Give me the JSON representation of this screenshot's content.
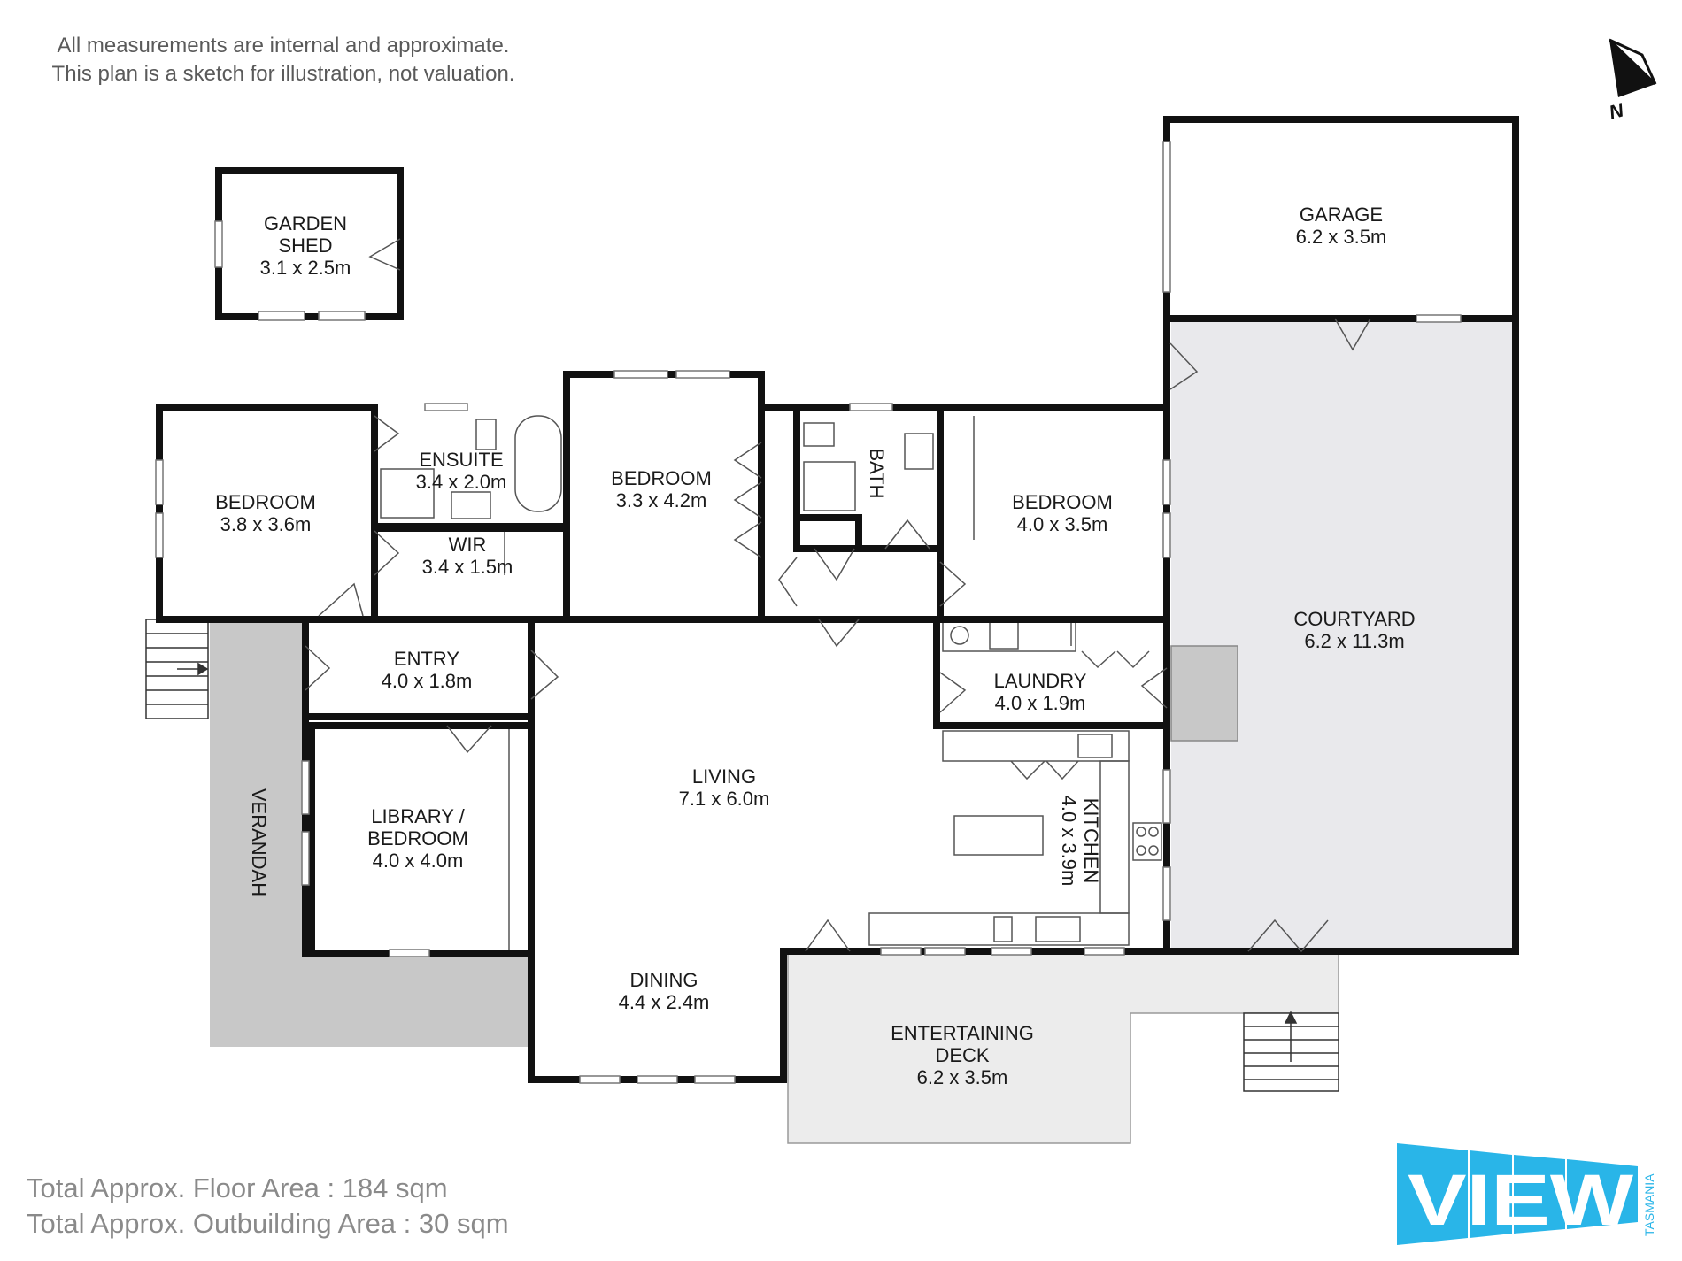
{
  "disclaimer": {
    "line1": "All measurements are internal and approximate.",
    "line2": "This plan is a sketch for illustration, not valuation."
  },
  "totals": {
    "floor": "Total Approx. Floor Area : 184 sqm",
    "outbuilding": "Total Approx. Outbuilding Area : 30 sqm"
  },
  "compass": {
    "label": "N"
  },
  "rooms": {
    "garden_shed": {
      "name1": "GARDEN",
      "name2": "SHED",
      "size": "3.1 x 2.5m"
    },
    "garage": {
      "name": "GARAGE",
      "size": "6.2 x 3.5m"
    },
    "bedroom_west": {
      "name": "BEDROOM",
      "size": "3.8 x 3.6m"
    },
    "ensuite": {
      "name": "ENSUITE",
      "size": "3.4 x 2.0m"
    },
    "wir": {
      "name": "WIR",
      "size": "3.4 x 1.5m"
    },
    "bedroom_mid": {
      "name": "BEDROOM",
      "size": "3.3 x 4.2m"
    },
    "bath": {
      "name": "BATH"
    },
    "bedroom_east": {
      "name": "BEDROOM",
      "size": "4.0 x 3.5m"
    },
    "courtyard": {
      "name": "COURTYARD",
      "size": "6.2 x 11.3m"
    },
    "entry": {
      "name": "ENTRY",
      "size": "4.0 x 1.8m"
    },
    "laundry": {
      "name": "LAUNDRY",
      "size": "4.0 x 1.9m"
    },
    "living": {
      "name": "LIVING",
      "size": "7.1 x 6.0m"
    },
    "library": {
      "name1": "LIBRARY /",
      "name2": "BEDROOM",
      "size": "4.0 x 4.0m"
    },
    "kitchen": {
      "name": "KITCHEN",
      "size": "4.0 x 3.9m"
    },
    "verandah": {
      "name": "VERANDAH"
    },
    "dining": {
      "name": "DINING",
      "size": "4.4 x 2.4m"
    },
    "deck": {
      "name1": "ENTERTAINING",
      "name2": "DECK",
      "size": "6.2 x 3.5m"
    }
  },
  "brand": {
    "logo": "VIEW",
    "sub": "TASMANIA"
  },
  "colors": {
    "wall": "#111111",
    "outdoor_fill": "#c8c8c8",
    "courtyard_fill": "#e9e9ec",
    "deck_fill": "#ececec",
    "brand_blue": "#29b5e8"
  }
}
